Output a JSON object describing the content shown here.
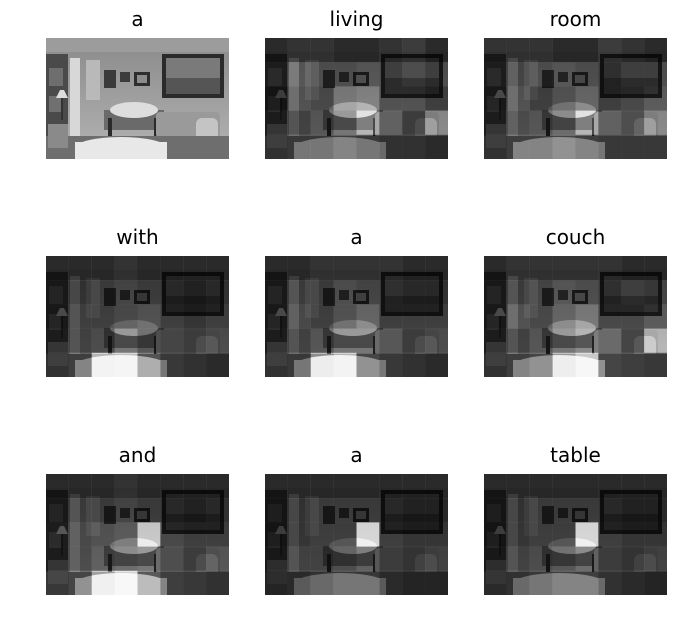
{
  "panels": [
    {
      "word": "a",
      "heat": null
    },
    {
      "word": "living",
      "heat": [
        [
          0.1,
          0.15,
          0.15,
          0.1,
          0.1,
          0.15,
          0.2,
          0.1
        ],
        [
          0.2,
          0.35,
          0.3,
          0.3,
          0.35,
          0.3,
          0.4,
          0.3
        ],
        [
          0.1,
          0.3,
          0.25,
          0.5,
          0.55,
          0.3,
          0.3,
          0.2
        ],
        [
          0.2,
          0.2,
          0.3,
          0.45,
          0.6,
          0.4,
          0.2,
          0.55
        ],
        [
          0.25,
          0.3,
          0.3,
          0.35,
          0.3,
          0.25,
          0.25,
          0.2
        ]
      ]
    },
    {
      "word": "room",
      "heat": [
        [
          0.15,
          0.15,
          0.15,
          0.1,
          0.1,
          0.2,
          0.15,
          0.1
        ],
        [
          0.2,
          0.25,
          0.3,
          0.35,
          0.3,
          0.2,
          0.3,
          0.3
        ],
        [
          0.15,
          0.3,
          0.2,
          0.3,
          0.4,
          0.2,
          0.25,
          0.35
        ],
        [
          0.2,
          0.25,
          0.3,
          0.4,
          0.6,
          0.4,
          0.3,
          0.55
        ],
        [
          0.25,
          0.35,
          0.35,
          0.4,
          0.35,
          0.3,
          0.3,
          0.3
        ]
      ]
    },
    {
      "word": "with",
      "heat": [
        [
          0.1,
          0.1,
          0.1,
          0.15,
          0.1,
          0.1,
          0.1,
          0.1
        ],
        [
          0.15,
          0.15,
          0.2,
          0.25,
          0.2,
          0.15,
          0.1,
          0.15
        ],
        [
          0.15,
          0.2,
          0.2,
          0.25,
          0.3,
          0.2,
          0.15,
          0.2
        ],
        [
          0.2,
          0.2,
          0.25,
          0.45,
          0.3,
          0.25,
          0.2,
          0.25
        ],
        [
          0.25,
          0.35,
          0.85,
          0.9,
          0.5,
          0.3,
          0.25,
          0.2
        ]
      ]
    },
    {
      "word": "a",
      "heat": [
        [
          0.1,
          0.1,
          0.15,
          0.15,
          0.15,
          0.15,
          0.1,
          0.1
        ],
        [
          0.15,
          0.2,
          0.2,
          0.3,
          0.25,
          0.2,
          0.15,
          0.15
        ],
        [
          0.15,
          0.25,
          0.2,
          0.3,
          0.4,
          0.2,
          0.2,
          0.2
        ],
        [
          0.2,
          0.2,
          0.3,
          0.45,
          0.45,
          0.35,
          0.2,
          0.25
        ],
        [
          0.25,
          0.3,
          0.65,
          0.85,
          0.4,
          0.3,
          0.25,
          0.2
        ]
      ]
    },
    {
      "word": "couch",
      "heat": [
        [
          0.1,
          0.15,
          0.15,
          0.15,
          0.15,
          0.15,
          0.1,
          0.1
        ],
        [
          0.15,
          0.2,
          0.25,
          0.35,
          0.3,
          0.2,
          0.3,
          0.25
        ],
        [
          0.15,
          0.3,
          0.25,
          0.4,
          0.5,
          0.25,
          0.25,
          0.35
        ],
        [
          0.2,
          0.2,
          0.3,
          0.45,
          0.55,
          0.45,
          0.25,
          0.6
        ],
        [
          0.25,
          0.35,
          0.4,
          0.7,
          0.95,
          0.4,
          0.35,
          0.3
        ]
      ]
    },
    {
      "word": "and",
      "heat": [
        [
          0.1,
          0.1,
          0.1,
          0.15,
          0.1,
          0.1,
          0.1,
          0.1
        ],
        [
          0.15,
          0.2,
          0.2,
          0.25,
          0.2,
          0.15,
          0.1,
          0.15
        ],
        [
          0.2,
          0.25,
          0.3,
          0.35,
          0.8,
          0.25,
          0.2,
          0.2
        ],
        [
          0.2,
          0.25,
          0.35,
          0.4,
          0.45,
          0.3,
          0.2,
          0.3
        ],
        [
          0.3,
          0.4,
          0.75,
          1.0,
          0.55,
          0.35,
          0.3,
          0.25
        ]
      ]
    },
    {
      "word": "a",
      "heat": [
        [
          0.1,
          0.1,
          0.1,
          0.1,
          0.1,
          0.1,
          0.1,
          0.1
        ],
        [
          0.1,
          0.15,
          0.2,
          0.2,
          0.2,
          0.15,
          0.1,
          0.1
        ],
        [
          0.1,
          0.15,
          0.2,
          0.2,
          0.9,
          0.2,
          0.15,
          0.15
        ],
        [
          0.15,
          0.2,
          0.2,
          0.25,
          0.35,
          0.2,
          0.15,
          0.2
        ],
        [
          0.15,
          0.2,
          0.25,
          0.3,
          0.3,
          0.2,
          0.15,
          0.15
        ]
      ]
    },
    {
      "word": "table",
      "heat": [
        [
          0.1,
          0.1,
          0.1,
          0.1,
          0.1,
          0.1,
          0.1,
          0.1
        ],
        [
          0.1,
          0.15,
          0.2,
          0.2,
          0.2,
          0.15,
          0.1,
          0.1
        ],
        [
          0.1,
          0.15,
          0.2,
          0.2,
          0.9,
          0.2,
          0.15,
          0.15
        ],
        [
          0.15,
          0.2,
          0.25,
          0.3,
          0.4,
          0.2,
          0.15,
          0.2
        ],
        [
          0.2,
          0.25,
          0.3,
          0.35,
          0.35,
          0.25,
          0.2,
          0.15
        ]
      ]
    }
  ]
}
